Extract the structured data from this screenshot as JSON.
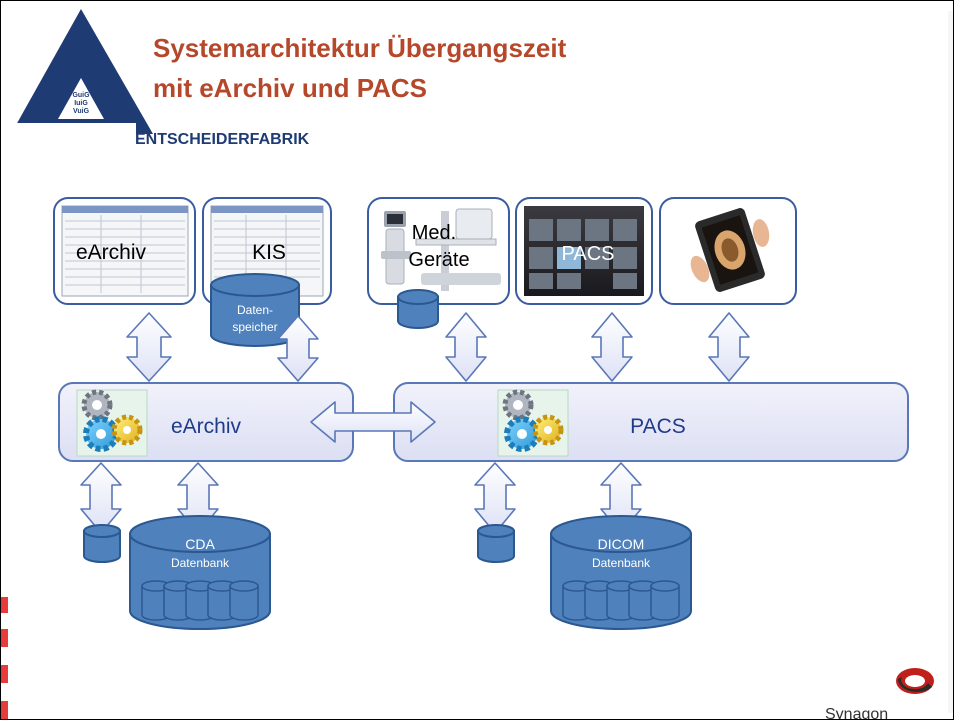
{
  "logo": {
    "lines": [
      "GuiG",
      "IuiG",
      "VuiG"
    ],
    "wordmark": "ENTSCHEIDERFABRIK"
  },
  "title": {
    "line1": "Systemarchitektur Übergangszeit",
    "line2": "mit eArchiv und PACS"
  },
  "clients": {
    "earchiv": "eArchiv",
    "kis": "KIS",
    "kis_store_line1": "Daten-",
    "kis_store_line2": "speicher",
    "med_line1": "Med.",
    "med_line2": "Geräte",
    "pacs": "PACS"
  },
  "servers": {
    "earchiv": "eArchiv",
    "pacs": "PACS"
  },
  "databases": {
    "cda_line1": "CDA",
    "cda_line2": "Datenbank",
    "dicom_line1": "DICOM",
    "dicom_line2": "Datenbank"
  },
  "footer": {
    "brand": "Synagon"
  },
  "colors": {
    "title": "#b5472a",
    "navy": "#1f3b73",
    "db_fill": "#4f81bd",
    "db_stroke": "#2c5890",
    "server_fill": "#e6e8f8",
    "arrow_fill": "#eceef9",
    "arrow_stroke": "#5a77b8",
    "client_border": "#3a5da0"
  }
}
